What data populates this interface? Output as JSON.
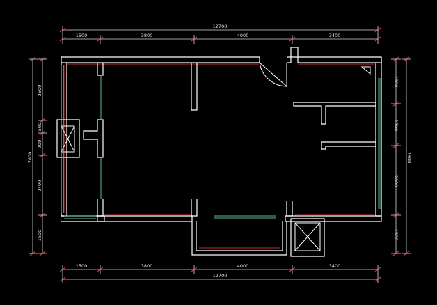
{
  "dims": {
    "top_total": "12700",
    "top_segments": [
      "1500",
      "3800",
      "4000",
      "3400"
    ],
    "bottom_total": "12700",
    "bottom_segments": [
      "1500",
      "3800",
      "4000",
      "3400"
    ],
    "left_total": "7800",
    "left_segments": [
      "2500",
      "500",
      "900",
      "2400",
      "1500"
    ],
    "right_total": "7800",
    "right_segments": [
      "1800",
      "1700",
      "2800",
      "1500"
    ]
  },
  "colors": {
    "background": "#000000",
    "wall": "#ffffff",
    "wall_inner": "#c0282e",
    "window": "#5fb89a",
    "dimension_tick": "#e0303a"
  }
}
